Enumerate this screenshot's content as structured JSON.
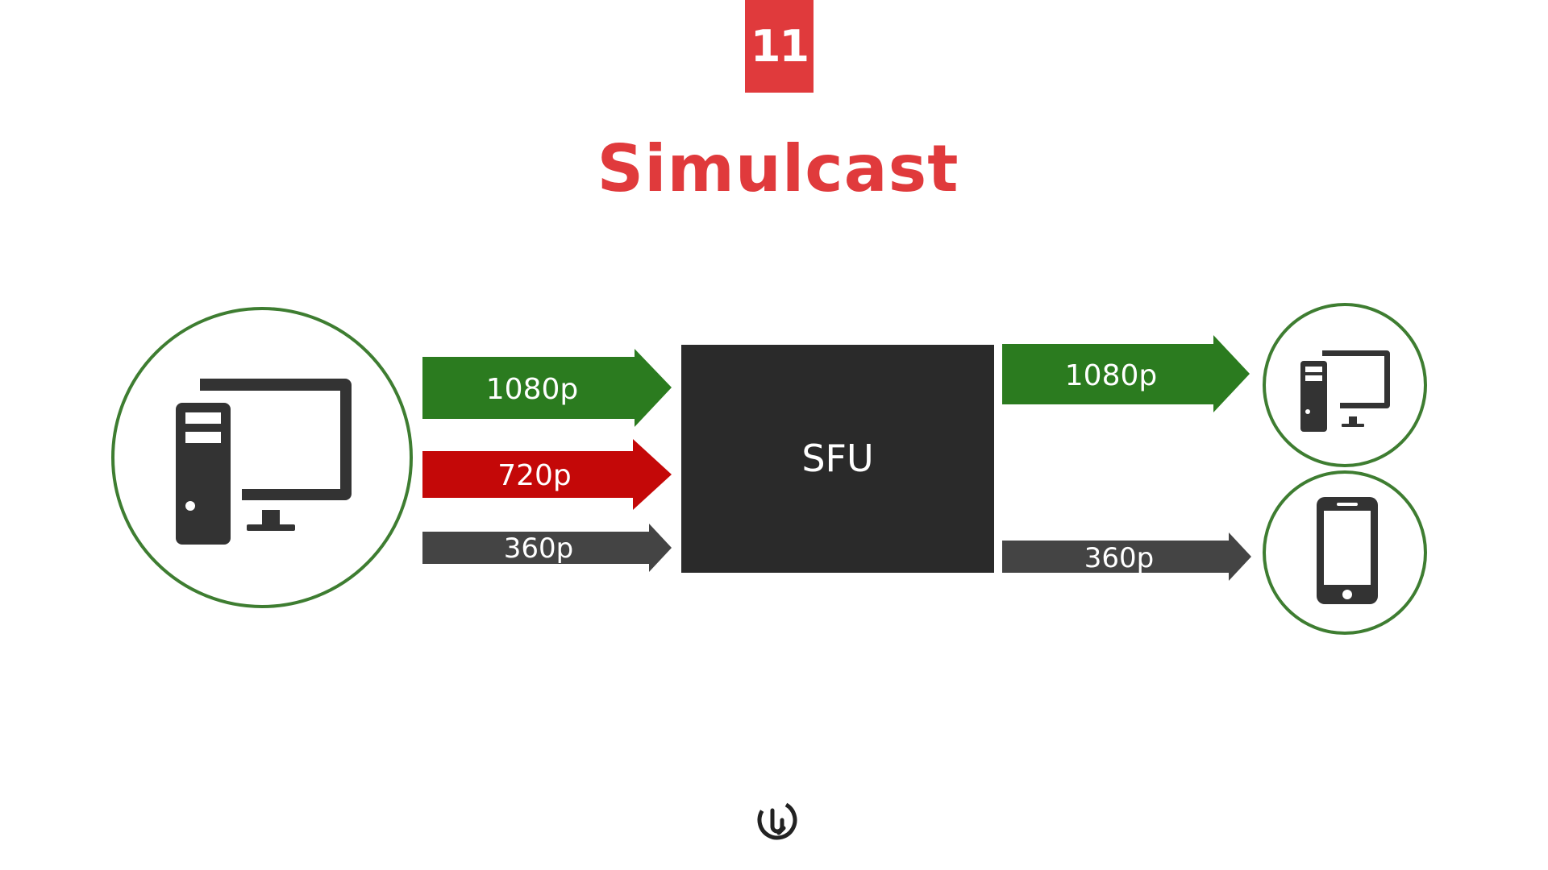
{
  "slide": {
    "number": "11",
    "title": "Simulcast"
  },
  "colors": {
    "accent": "#e03a3c",
    "high_stream": "#2b7b1f",
    "mid_stream": "#c40808",
    "low_stream": "#444444",
    "sfu_box": "#2a2a2a",
    "circle_outline": "#3e7d31",
    "device_icon": "#333333"
  },
  "diagram": {
    "sender": {
      "icon": "desktop-computer-icon"
    },
    "sfu": {
      "label": "SFU"
    },
    "upstream": [
      {
        "label": "1080p",
        "color": "green"
      },
      {
        "label": "720p",
        "color": "red"
      },
      {
        "label": "360p",
        "color": "gray"
      }
    ],
    "downstream": [
      {
        "label": "1080p",
        "color": "green",
        "receiver_icon": "desktop-computer-icon"
      },
      {
        "label": "360p",
        "color": "gray",
        "receiver_icon": "smartphone-icon"
      }
    ]
  },
  "footer": {
    "logo_icon": "brand-logo-icon"
  }
}
